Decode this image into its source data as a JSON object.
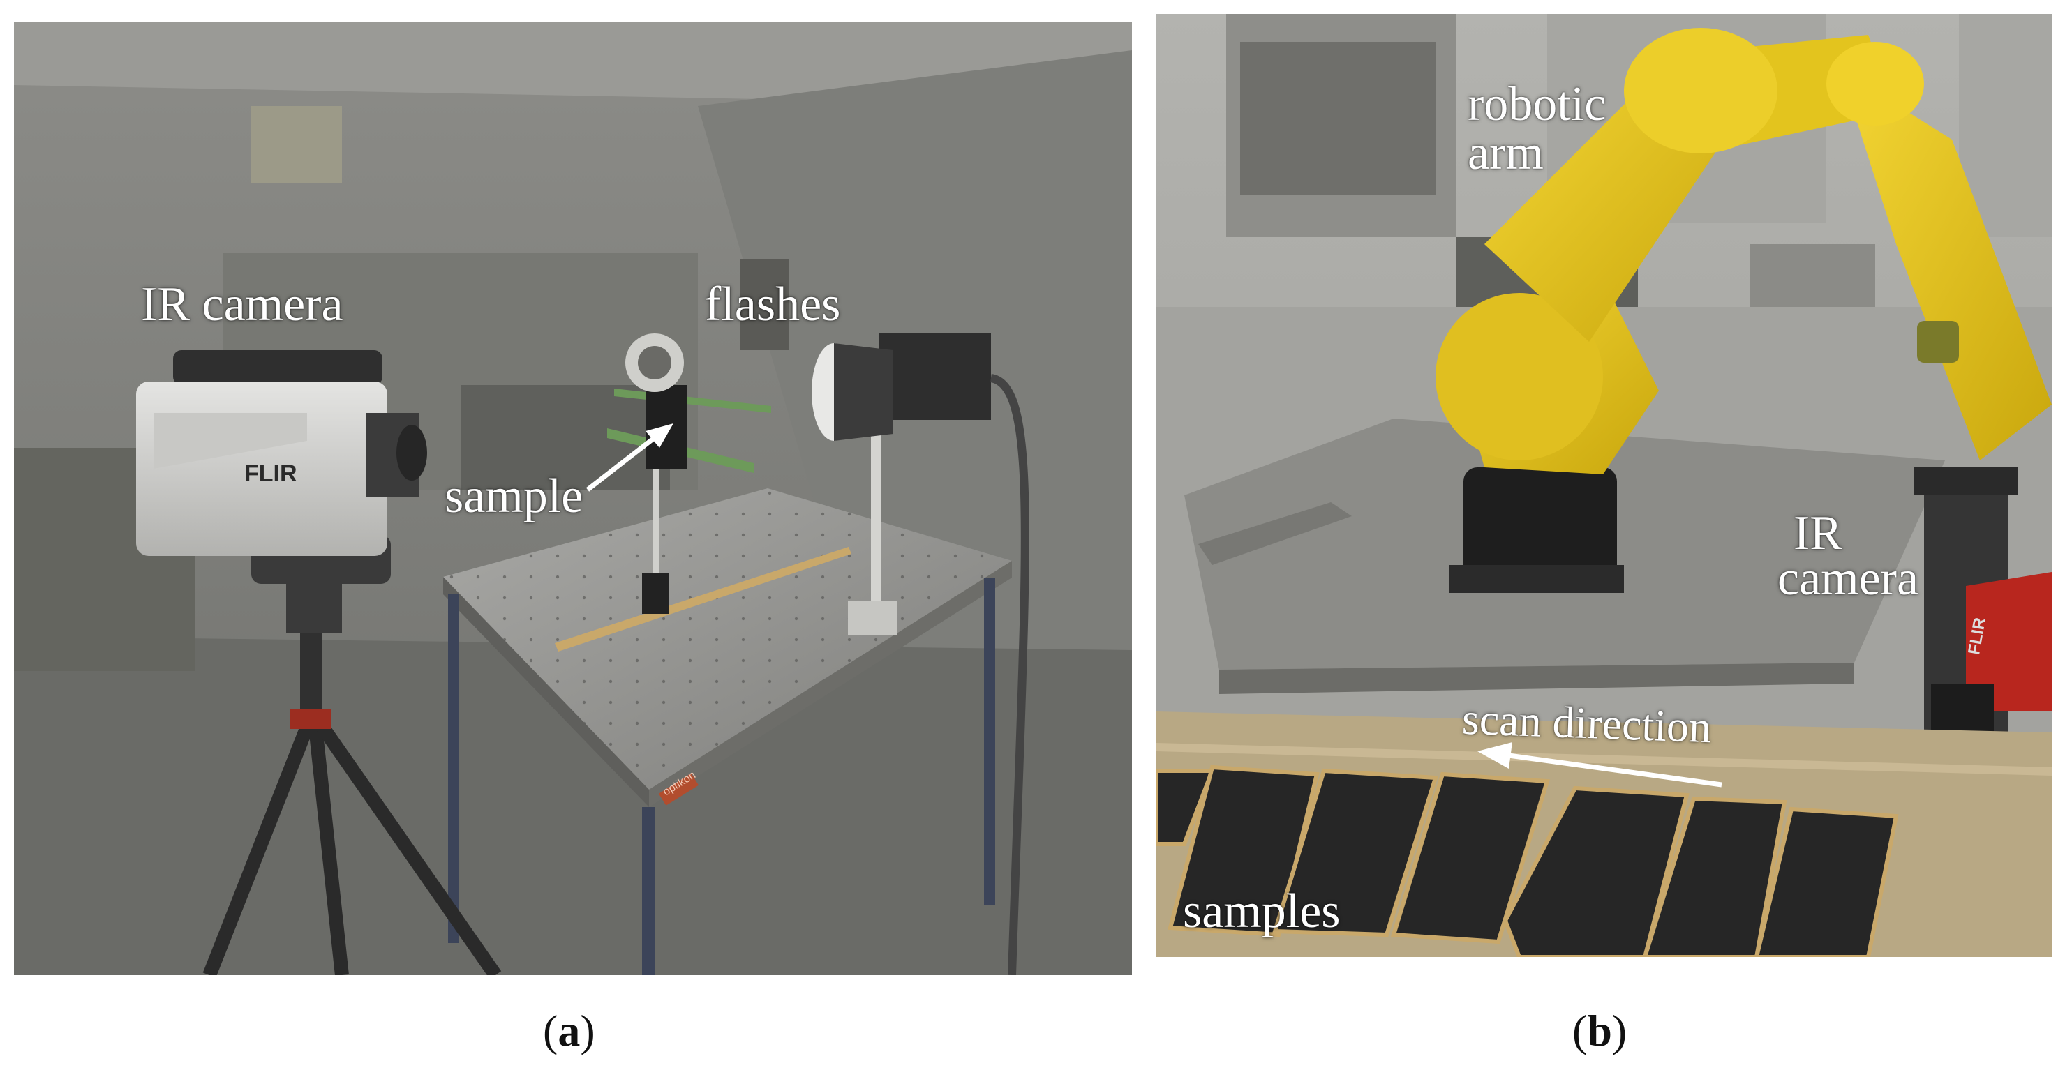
{
  "panels": {
    "a": {
      "labels": {
        "ir_camera": "IR camera",
        "flashes": "flashes",
        "sample": "sample",
        "camera_brand": "FLIR",
        "table_brand": "optikon"
      },
      "caption": {
        "open": "(",
        "letter": "a",
        "close": ")"
      }
    },
    "b": {
      "labels": {
        "robotic_arm_line1": "robotic",
        "robotic_arm_line2": "arm",
        "ir_camera_line1": "IR",
        "ir_camera_line2": "camera",
        "scan_direction": "scan direction",
        "samples": "samples",
        "camera_brand": "FLIR"
      },
      "caption": {
        "open": "(",
        "letter": "b",
        "close": ")"
      }
    }
  },
  "colors": {
    "room_gray": "#8f8f8a",
    "robot_yellow": "#e9c81c",
    "panel_dark": "#1e1e1e",
    "wood": "#c9a86a",
    "red_mount": "#b8261e"
  }
}
